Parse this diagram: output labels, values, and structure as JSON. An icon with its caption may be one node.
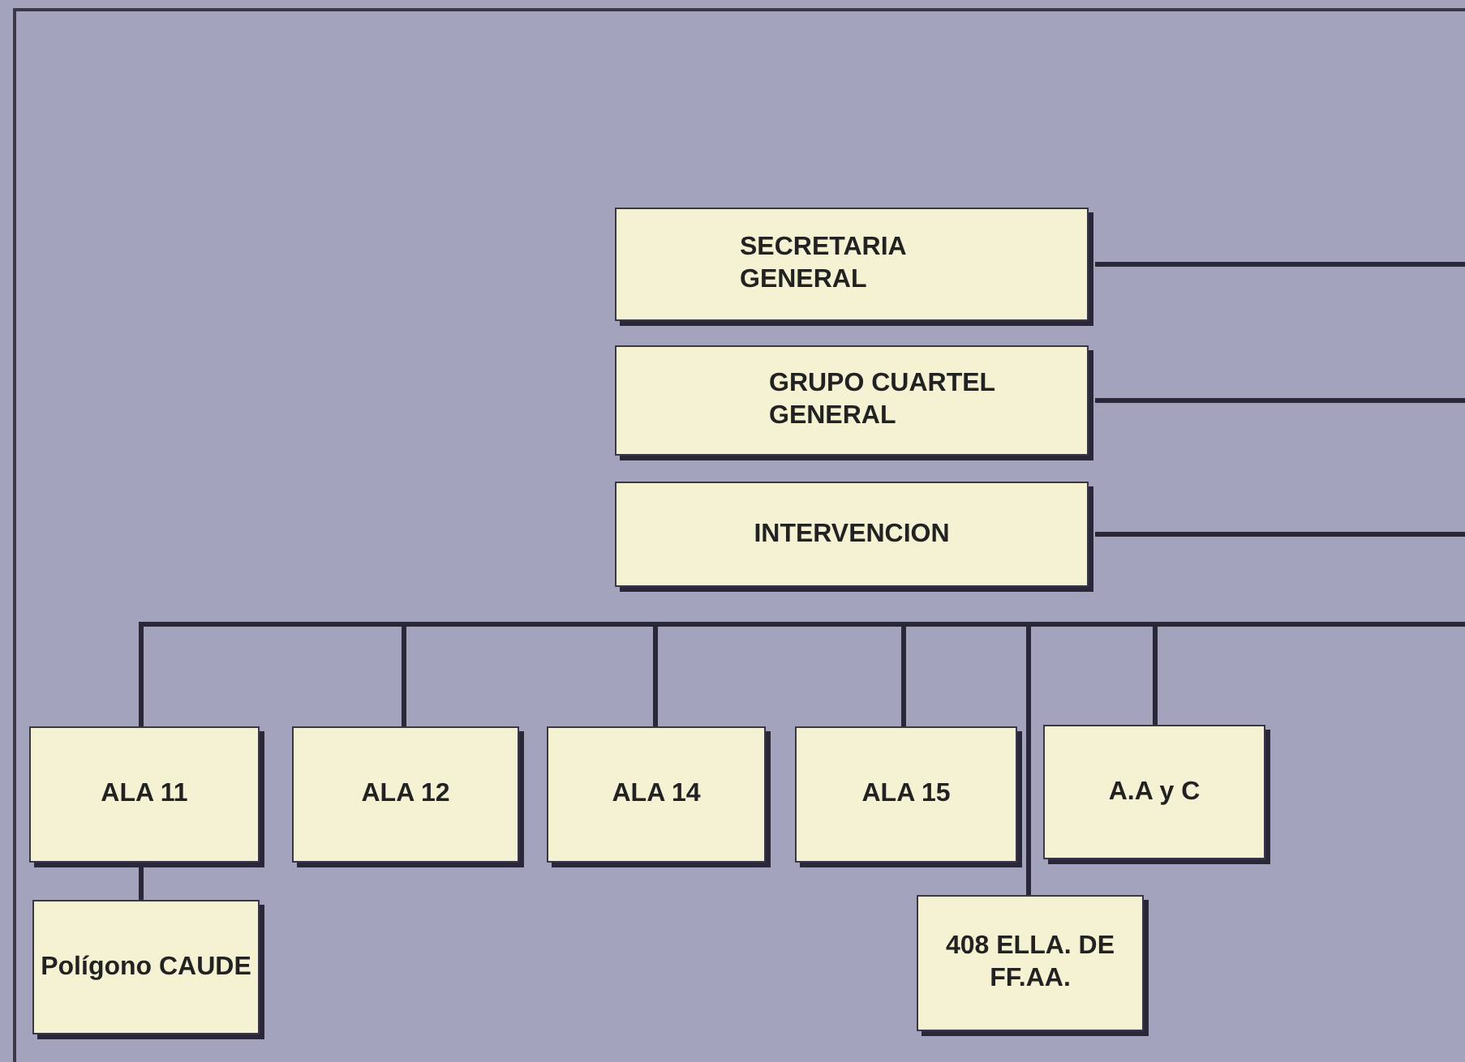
{
  "diagram": {
    "nodes": [
      {
        "text": [
          "SECRETARIA GENERAL"
        ]
      },
      {
        "text": [
          "GRUPO CUARTEL GENERAL"
        ]
      },
      {
        "text": [
          "INTERVENCION"
        ]
      },
      {
        "text": [
          "ALA 11"
        ]
      },
      {
        "text": [
          "ALA 12"
        ]
      },
      {
        "text": [
          "ALA 14"
        ]
      },
      {
        "text": [
          "ALA 15"
        ]
      },
      {
        "text": [
          "A.A y C"
        ]
      },
      {
        "text": [
          "Polígono CAUDE"
        ]
      },
      {
        "text": [
          "408 ELLA. DE FF.AA."
        ]
      }
    ],
    "edges": [
      {
        "from": null,
        "to": 0,
        "arrow": "none"
      },
      {
        "from": null,
        "to": 1,
        "arrow": "none"
      },
      {
        "from": null,
        "to": 2,
        "arrow": "none"
      },
      {
        "from": null,
        "to": 3,
        "arrow": "none"
      },
      {
        "from": null,
        "to": 4,
        "arrow": "none"
      },
      {
        "from": null,
        "to": 5,
        "arrow": "none"
      },
      {
        "from": null,
        "to": 6,
        "arrow": "none"
      },
      {
        "from": null,
        "to": 7,
        "arrow": "none"
      },
      {
        "from": null,
        "to": 9,
        "arrow": "none"
      },
      {
        "from": 3,
        "to": 8,
        "arrow": "none"
      }
    ]
  }
}
